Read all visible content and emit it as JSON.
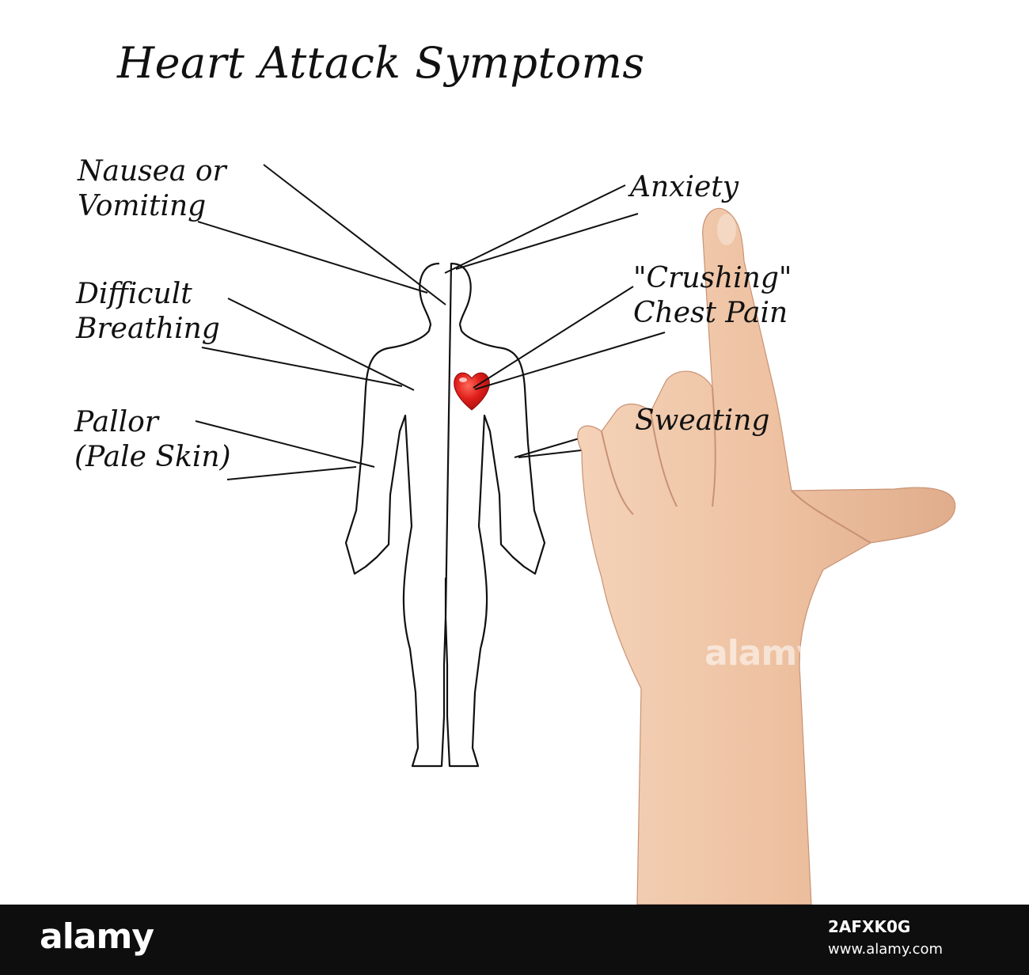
{
  "title": "Heart Attack Symptoms",
  "labels": {
    "nausea": [
      "Nausea or",
      "Vomiting"
    ],
    "breathing": [
      "Difficult",
      "Breathing"
    ],
    "pallor": [
      "Pallor",
      "(Pale Skin)"
    ],
    "anxiety": "Anxiety",
    "chest": [
      "\"Crushing\"",
      "Chest Pain"
    ],
    "sweating": "Sweating"
  },
  "watermark": "alamy",
  "footer": {
    "brand": "alamy",
    "image_code": "2AFXK0G",
    "url": "www.alamy.com"
  },
  "colors": {
    "heart": "#e0201c",
    "skin": "#eec4a6",
    "footer_bg": "#0e0e0e",
    "ink": "#111111"
  },
  "icons": [
    "heart-icon",
    "body-outline",
    "pointing-hand"
  ]
}
